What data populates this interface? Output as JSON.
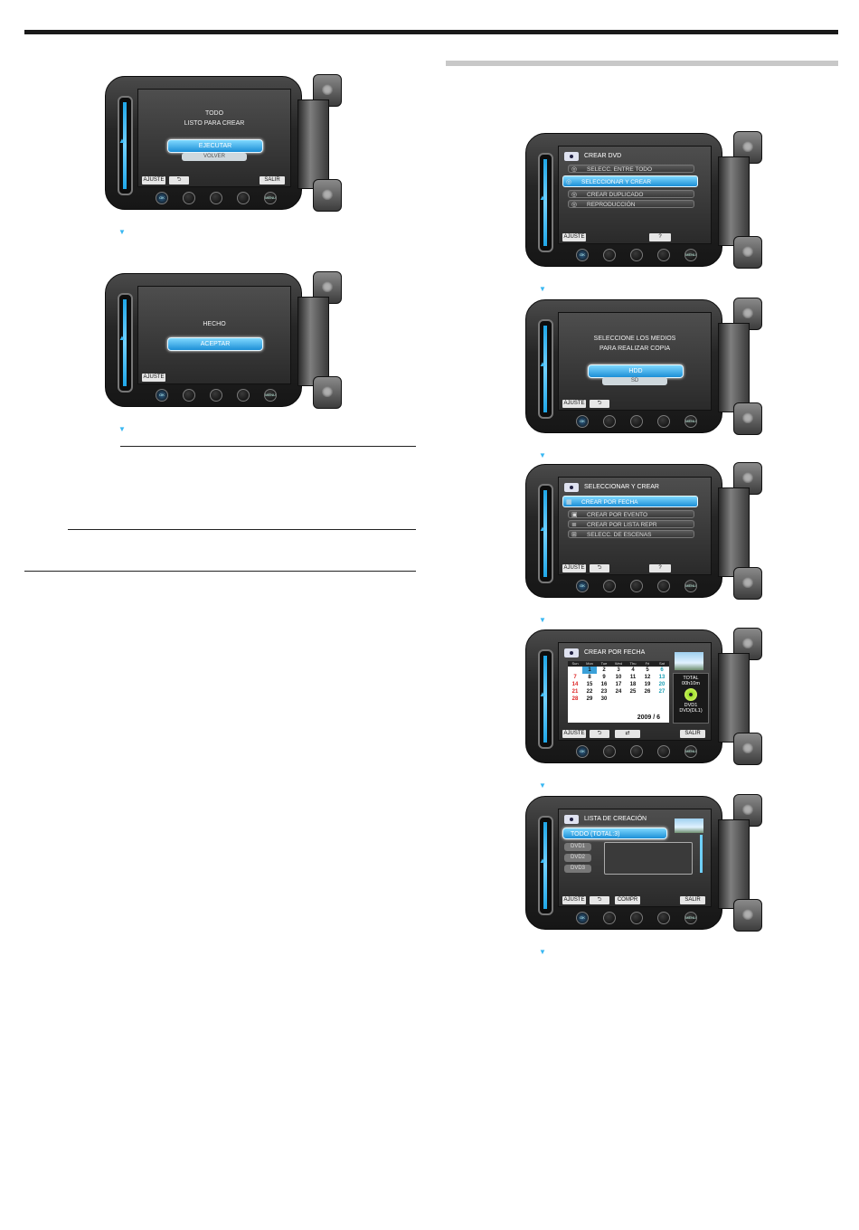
{
  "common": {
    "settings_btn": "AJUSTE",
    "back_btn": "⮌",
    "exit_btn": "SALIR",
    "help_btn": "?",
    "ok_label": "OK",
    "menu_label": "MENU"
  },
  "screen1": {
    "line1": "TODO",
    "line2": "LISTO PARA CREAR",
    "execute": "EJECUTAR",
    "return": "VOLVER"
  },
  "screen2": {
    "message": "HECHO",
    "accept": "ACEPTAR"
  },
  "screen3": {
    "title": "CREAR DVD",
    "items": [
      "SELECC. ENTRE TODO",
      "SELECCIONAR Y CREAR",
      "CREAR DUPLICADO",
      "REPRODUCCIÓN"
    ]
  },
  "screen4": {
    "line1": "SELECCIONE LOS MEDIOS",
    "line2": "PARA REALIZAR COPIA",
    "opt1": "HDD",
    "opt2": "SD"
  },
  "screen5": {
    "title": "SELECCIONAR Y CREAR",
    "items": [
      "CREAR POR FECHA",
      "CREAR POR EVENTO",
      "CREAR POR LISTA REPR",
      "SELECC. DE ESCENAS"
    ]
  },
  "screen6": {
    "title": "CREAR POR FECHA",
    "days_header": [
      "Sun",
      "Mon",
      "Tue",
      "Wed",
      "Thu",
      "Fri",
      "Sat"
    ],
    "weeks": [
      [
        "",
        "1",
        "2",
        "3",
        "4",
        "5",
        "6"
      ],
      [
        "7",
        "8",
        "9",
        "10",
        "11",
        "12",
        "13"
      ],
      [
        "14",
        "15",
        "16",
        "17",
        "18",
        "19",
        "20"
      ],
      [
        "21",
        "22",
        "23",
        "24",
        "25",
        "26",
        "27"
      ],
      [
        "28",
        "29",
        "30",
        "",
        "",
        "",
        ""
      ]
    ],
    "month": "2009 / 6",
    "total_label": "TOTAL",
    "total_time": "00h10m",
    "disc": "DVD1",
    "disc_type": "DVD(DL1)",
    "toggle_btn": "⇄"
  },
  "screen7": {
    "title": "LISTA DE CREACIÓN",
    "all": "TODO (TOTAL:3)",
    "discs": [
      "DVD1",
      "DVD2",
      "DVD3"
    ],
    "check_btn": "COMPR"
  }
}
